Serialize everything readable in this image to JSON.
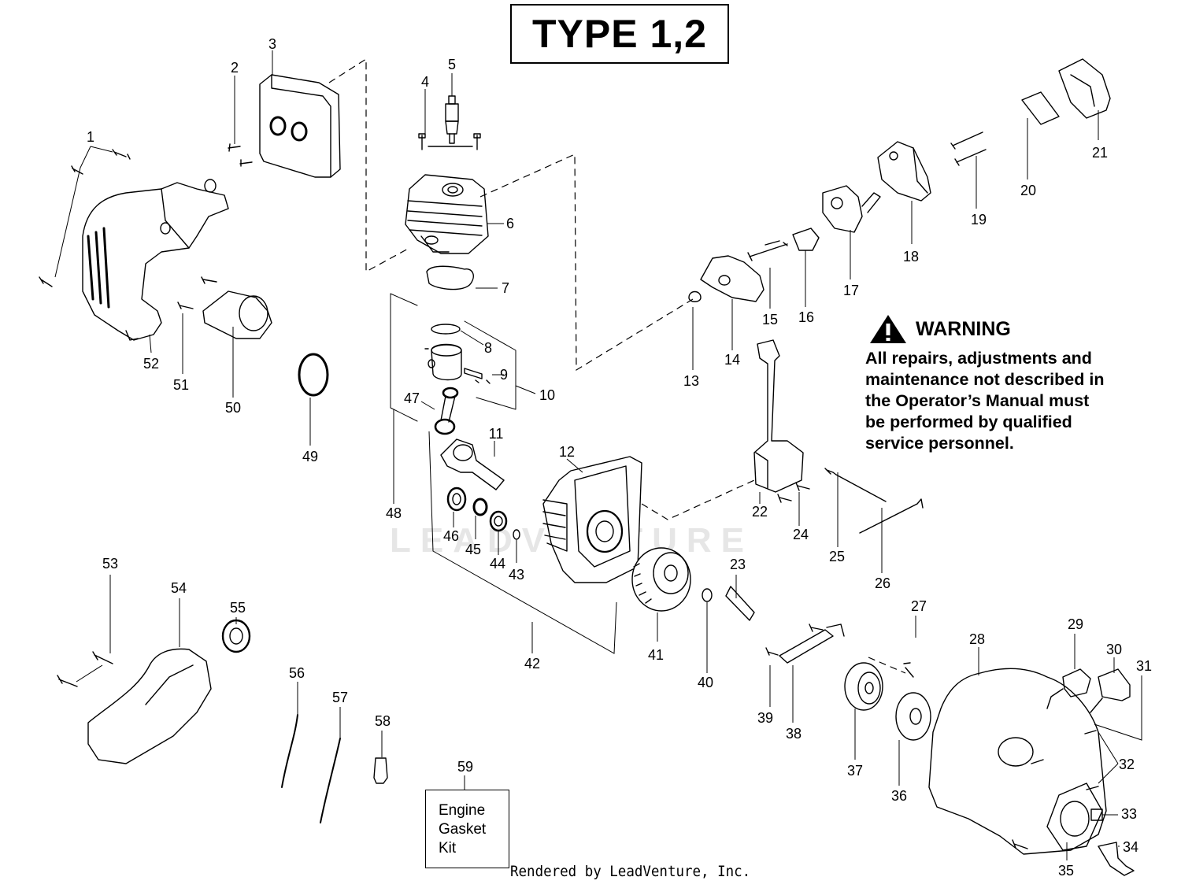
{
  "title": "TYPE 1,2",
  "warning": {
    "title": "WARNING",
    "lines": [
      "All repairs, adjustments and",
      "maintenance not described in",
      "the Operator’s Manual must",
      "be performed by qualified",
      "service personnel."
    ]
  },
  "kit_box": {
    "lines": [
      "Engine",
      "Gasket",
      "Kit"
    ]
  },
  "footer": "Rendered by LeadVenture, Inc.",
  "watermark": "LEADVENTURE",
  "callouts": [
    "1",
    "2",
    "3",
    "4",
    "5",
    "6",
    "7",
    "8",
    "9",
    "10",
    "11",
    "12",
    "13",
    "14",
    "15",
    "16",
    "17",
    "18",
    "19",
    "20",
    "21",
    "22",
    "23",
    "24",
    "25",
    "26",
    "27",
    "28",
    "29",
    "30",
    "31",
    "32",
    "33",
    "34",
    "35",
    "36",
    "37",
    "38",
    "39",
    "40",
    "41",
    "42",
    "43",
    "44",
    "45",
    "46",
    "47",
    "48",
    "49",
    "50",
    "51",
    "52",
    "53",
    "54",
    "55",
    "56",
    "57",
    "58",
    "59"
  ],
  "icons": {
    "warning": "warning-triangle-icon"
  }
}
